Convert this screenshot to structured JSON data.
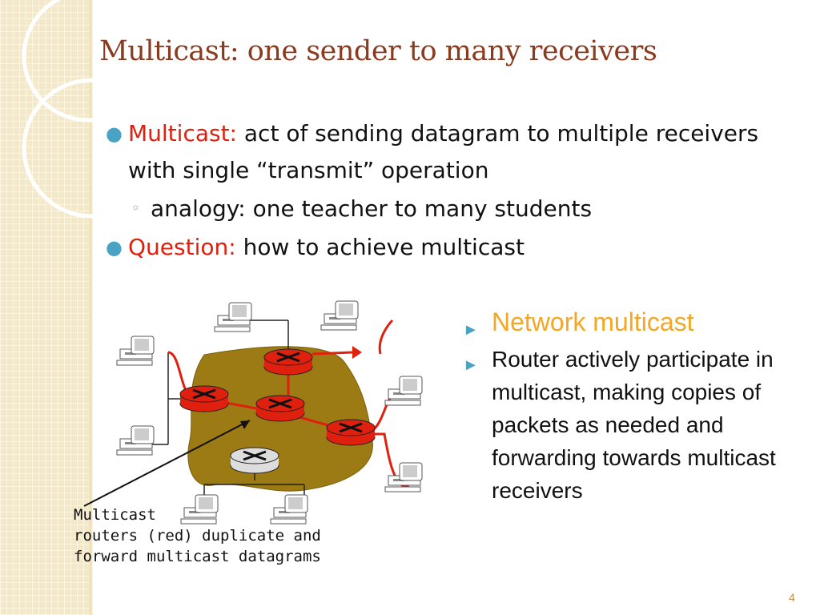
{
  "slide": {
    "title": "Multicast: one sender to many receivers",
    "bullets": [
      {
        "lead": "Multicast:",
        "text": " act of sending datagram to multiple receivers with single “transmit” operation"
      },
      {
        "sub": "analogy: one teacher to many students"
      },
      {
        "lead": "Question:",
        "text": " how to achieve multicast"
      }
    ],
    "caption": "Multicast\nrouters (red) duplicate and\nforward multicast datagrams",
    "right": {
      "heading": "Network multicast",
      "body": "Router actively participate in multicast, making copies of packets as needed and forwarding towards multicast receivers"
    },
    "page_number": "4",
    "colors": {
      "accent_red": "#e0200f",
      "title": "#8a3a1e",
      "orange": "#f5a623",
      "cloud": "#9c7a14"
    }
  }
}
